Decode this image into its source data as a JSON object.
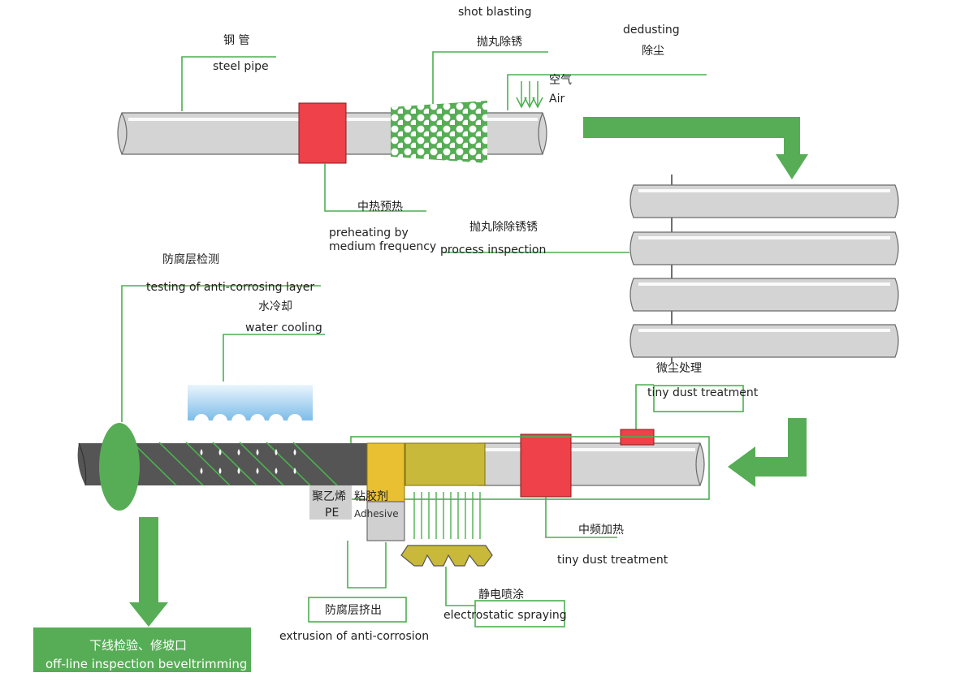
{
  "labels": {
    "steel_pipe_cn": "钢 管",
    "steel_pipe_en": "steel pipe",
    "shot_blasting_en": "shot blasting",
    "shot_blasting_cn": "抛丸除锈",
    "dedusting_en": "dedusting",
    "dedusting_cn": "除尘",
    "air_cn": "空气",
    "air_en": "Air",
    "preheat_cn": "中热预热",
    "preheat_en_1": "preheating by",
    "preheat_en_2": "medium frequency",
    "process_insp_cn": "抛丸除除锈锈",
    "process_insp_en": "process inspection",
    "testing_cn": "防腐层检测",
    "testing_en": "testing of anti-corrosing layer",
    "water_cooling_cn": "水冷却",
    "water_cooling_en": "water cooling",
    "tiny_dust_cn": "微尘处理",
    "tiny_dust_en": "tiny dust treatment",
    "pe_cn": "聚乙烯",
    "pe_en": "PE",
    "adhesive_cn": "粘胶剂",
    "adhesive_en": "Adhesive",
    "mf_heating_cn": "中频加热",
    "mf_heating_en": "tiny dust treatment",
    "extrusion_cn": "防腐层挤出",
    "extrusion_en": "extrusion of anti-corrosion",
    "spraying_cn": "静电喷涂",
    "spraying_en": "electrostatic spraying",
    "offline_cn": "下线检验、修坡口",
    "offline_en": "off-line inspection beveltrimming"
  },
  "colors": {
    "accent_green": "#56ad55",
    "heater_red": "#ee4149",
    "adhesive_yellow": "#e8c032",
    "spray_olive": "#c9b93a",
    "pe_grey": "#d0d0d0",
    "coated_pipe": "#555555"
  }
}
